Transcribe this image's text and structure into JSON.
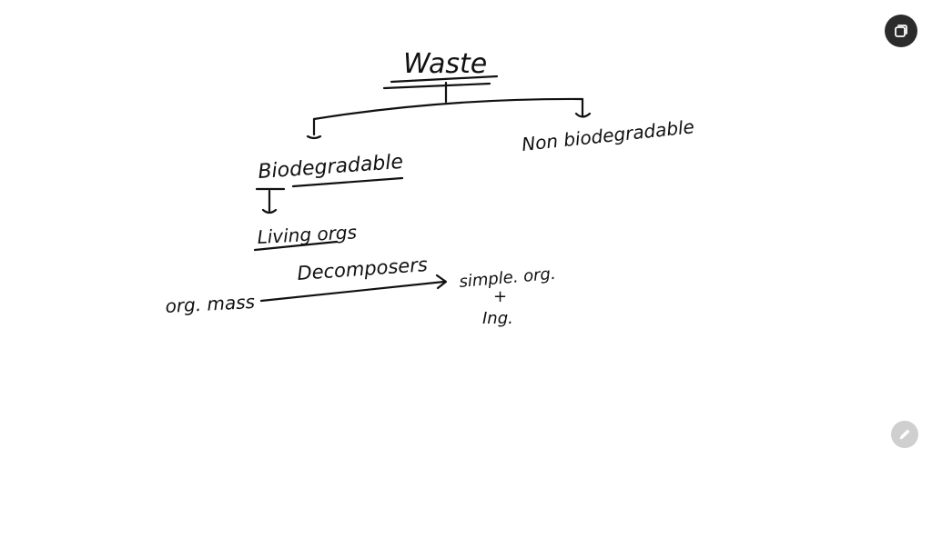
{
  "diagram": {
    "root": "Waste",
    "left_branch": "Biodegradable",
    "right_branch": "Non biodegradable",
    "sub_item": "Living orgs",
    "process_input": "org. mass",
    "process_label": "Decomposers",
    "process_output_1": "simple. org.",
    "process_plus": "+",
    "process_output_2": "Ing."
  },
  "controls": {
    "top_right_icon": "exit-fullscreen-icon",
    "bottom_right_icon": "pencil-icon",
    "top_button_bg": "#2b2b2b",
    "bottom_button_bg": "#cfcfcf"
  }
}
